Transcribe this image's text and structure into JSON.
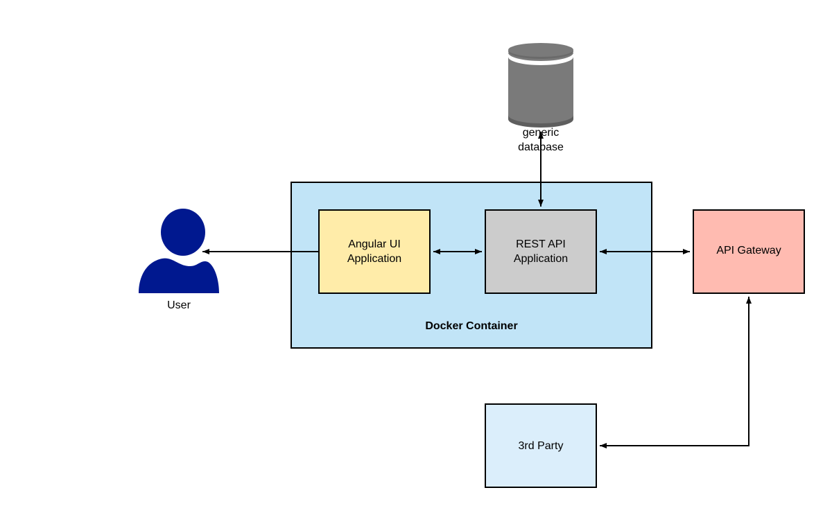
{
  "diagram": {
    "nodes": {
      "database": {
        "label_line1": "generic",
        "label_line2": "database",
        "color": "#7a7a7a"
      },
      "user": {
        "label": "User",
        "color": "#00188f"
      },
      "docker": {
        "label": "Docker Container",
        "color": "#c1e4f7"
      },
      "angular": {
        "label_line1": "Angular UI",
        "label_line2": "Application",
        "color": "#ffeca9"
      },
      "rest": {
        "label_line1": "REST API",
        "label_line2": "Application",
        "color": "#cccccc"
      },
      "gateway": {
        "label": "API Gateway",
        "color": "#ffbbb1"
      },
      "third_party": {
        "label": "3rd Party",
        "color": "#dbeefb"
      }
    },
    "edges": [
      {
        "from": "angular",
        "to": "user",
        "direction": "to"
      },
      {
        "from": "angular",
        "to": "rest",
        "direction": "both"
      },
      {
        "from": "rest",
        "to": "database",
        "direction": "both"
      },
      {
        "from": "rest",
        "to": "gateway",
        "direction": "both"
      },
      {
        "from": "gateway",
        "to": "third_party",
        "direction": "both"
      }
    ]
  }
}
